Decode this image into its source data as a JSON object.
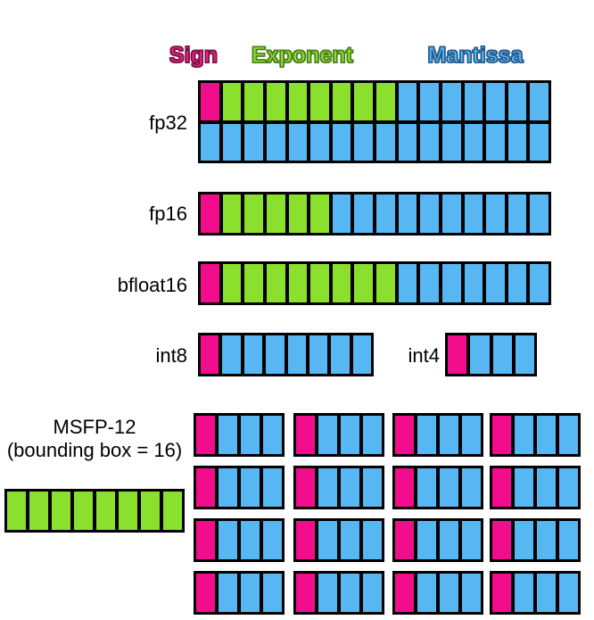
{
  "legend": {
    "sign": {
      "label": "Sign",
      "fill": "#e12585",
      "outline": "#7a1040"
    },
    "exponent": {
      "label": "Exponent",
      "fill": "#8be02e",
      "outline": "#4a7d1c"
    },
    "mantissa": {
      "label": "Mantissa",
      "fill": "#56b7f2",
      "outline": "#27598c"
    }
  },
  "bit_colors": {
    "s": "#f20d8c",
    "e": "#8be02e",
    "m": "#56b7f2"
  },
  "formats": [
    {
      "id": "fp32",
      "label": "fp32",
      "rows": [
        [
          "s",
          "e",
          "e",
          "e",
          "e",
          "e",
          "e",
          "e",
          "e",
          "m",
          "m",
          "m",
          "m",
          "m",
          "m",
          "m"
        ],
        [
          "m",
          "m",
          "m",
          "m",
          "m",
          "m",
          "m",
          "m",
          "m",
          "m",
          "m",
          "m",
          "m",
          "m",
          "m",
          "m"
        ]
      ]
    },
    {
      "id": "fp16",
      "label": "fp16",
      "rows": [
        [
          "s",
          "e",
          "e",
          "e",
          "e",
          "e",
          "m",
          "m",
          "m",
          "m",
          "m",
          "m",
          "m",
          "m",
          "m",
          "m"
        ]
      ]
    },
    {
      "id": "bfloat16",
      "label": "bfloat16",
      "rows": [
        [
          "s",
          "e",
          "e",
          "e",
          "e",
          "e",
          "e",
          "e",
          "e",
          "m",
          "m",
          "m",
          "m",
          "m",
          "m",
          "m"
        ]
      ]
    },
    {
      "id": "int8",
      "label": "int8",
      "rows": [
        [
          "s",
          "m",
          "m",
          "m",
          "m",
          "m",
          "m",
          "m"
        ]
      ]
    },
    {
      "id": "int4",
      "label": "int4",
      "rows": [
        [
          "s",
          "m",
          "m",
          "m"
        ]
      ]
    }
  ],
  "msfp": {
    "label_line1": "MSFP-12",
    "label_line2": "(bounding box = 16)",
    "shared_exponent": [
      "e",
      "e",
      "e",
      "e",
      "e",
      "e",
      "e",
      "e"
    ],
    "element_pattern": [
      "s",
      "m",
      "m",
      "m"
    ],
    "element_count": 16,
    "grid": {
      "rows": 4,
      "cols": 4
    }
  }
}
